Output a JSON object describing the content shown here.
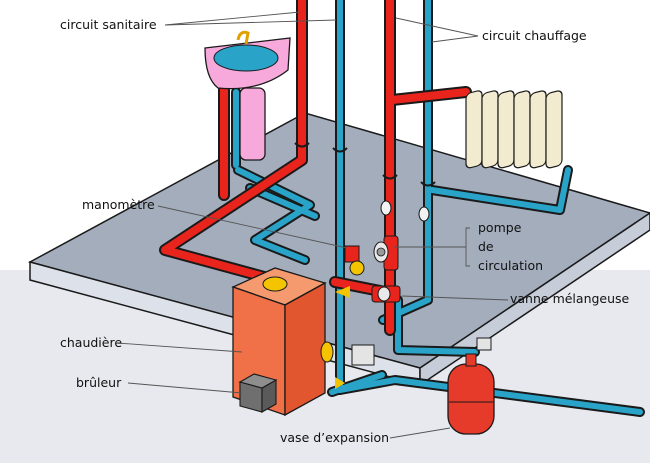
{
  "labels": {
    "circuit_sanitaire": "circuit sanitaire",
    "circuit_chauffage": "circuit chauffage",
    "manometre": "manomètre",
    "pompe_1": "pompe",
    "pompe_2": "de",
    "pompe_3": "circulation",
    "vanne": "vanne mélangeuse",
    "chaudiere": "chaudière",
    "bruleur": "brûleur",
    "vase": "vase d’expansion"
  },
  "colors": {
    "hot": "#e8241c",
    "cold": "#29a4c8",
    "outline": "#1a1a1a",
    "floor_top": "#a3adbc",
    "floor_front": "#dde1e9",
    "wall_lower": "#e7e9ef",
    "boiler_front": "#f07048",
    "boiler_side": "#e2562f",
    "boiler_top": "#f59a6e",
    "tank": "#e63a2a",
    "radiator": "#f3ebcf",
    "sink": "#f7a9dc"
  }
}
